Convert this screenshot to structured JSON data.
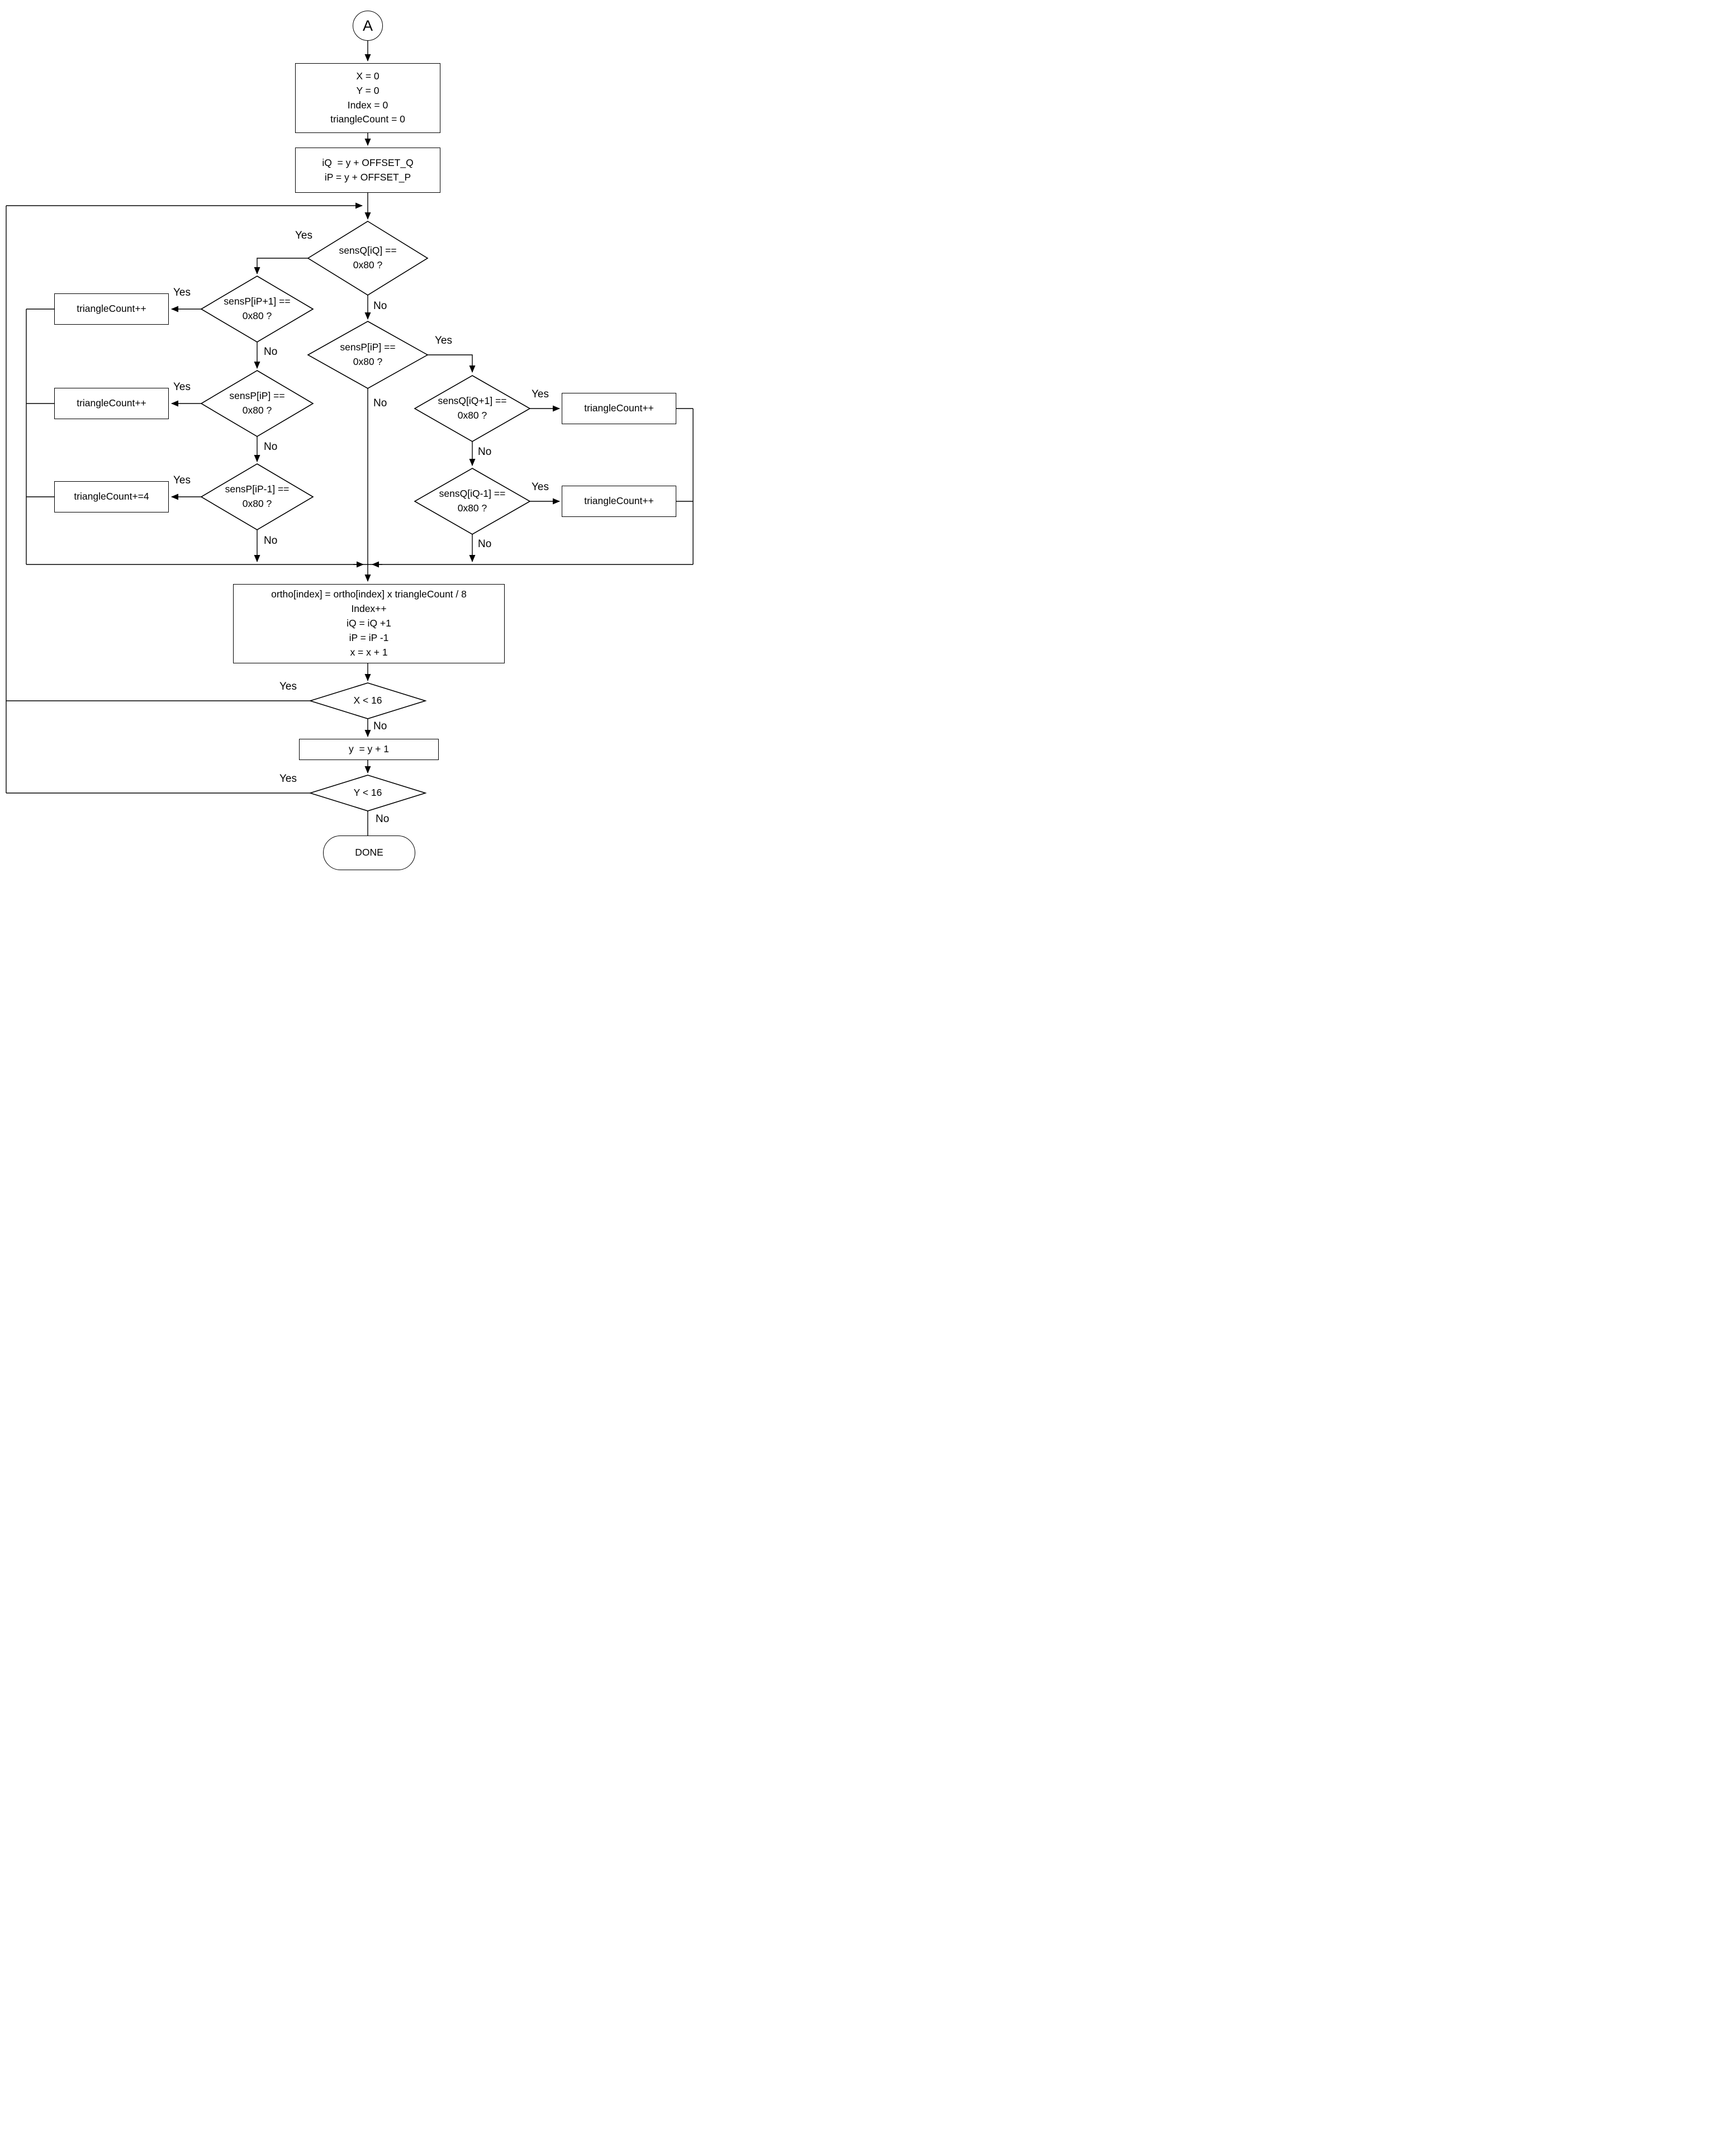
{
  "flowchart": {
    "colors": {
      "stroke": "#000000",
      "background": "#ffffff"
    },
    "nodes": {
      "connector_a": {
        "label": "A"
      },
      "init_box": {
        "lines": [
          "X = 0",
          "Y = 0",
          "Index = 0",
          "triangleCount = 0"
        ]
      },
      "offset_box": {
        "lines": [
          "iQ  = y + OFFSET_Q",
          "iP = y + OFFSET_P"
        ]
      },
      "d_sensq_iq": {
        "lines": [
          "sensQ[iQ] ==",
          "0x80 ?"
        ]
      },
      "d_sensp_ip_plus1": {
        "lines": [
          "sensP[iP+1] ==",
          "0x80 ?"
        ]
      },
      "d_sensp_ip_left": {
        "lines": [
          "sensP[iP] ==",
          "0x80 ?"
        ]
      },
      "d_sensp_ip_minus1": {
        "lines": [
          "sensP[iP-1] ==",
          "0x80 ?"
        ]
      },
      "d_sensp_ip_mid": {
        "lines": [
          "sensP[iP] ==",
          "0x80 ?"
        ]
      },
      "d_sensq_iq_plus1": {
        "lines": [
          "sensQ[iQ+1] ==",
          "0x80 ?"
        ]
      },
      "d_sensq_iq_minus1": {
        "lines": [
          "sensQ[iQ-1] ==",
          "0x80 ?"
        ]
      },
      "box_tc_left1": {
        "label": "triangleCount++"
      },
      "box_tc_left2": {
        "label": "triangleCount++"
      },
      "box_tc_left3": {
        "label": "triangleCount+=4"
      },
      "box_tc_right1": {
        "label": "triangleCount++"
      },
      "box_tc_right2": {
        "label": "triangleCount++"
      },
      "ortho_box": {
        "lines": [
          "ortho[index] = ortho[index] x triangleCount / 8",
          "Index++",
          "iQ = iQ +1",
          "iP = iP -1",
          "x = x + 1"
        ]
      },
      "d_x_lt_16": {
        "label": "X < 16"
      },
      "y_inc_box": {
        "label": "y  = y + 1"
      },
      "d_y_lt_16": {
        "label": "Y < 16"
      },
      "done": {
        "label": "DONE"
      }
    },
    "labels": {
      "d1_yes": "Yes",
      "d1_no": "No",
      "l1_yes": "Yes",
      "l1_no": "No",
      "l2_yes": "Yes",
      "l2_no": "No",
      "l3_yes": "Yes",
      "l3_no": "No",
      "mid_yes": "Yes",
      "mid_no": "No",
      "r1_yes": "Yes",
      "r1_no": "No",
      "r2_yes": "Yes",
      "r2_no": "No",
      "x_yes": "Yes",
      "x_no": "No",
      "y_yes": "Yes",
      "y_no": "No"
    }
  }
}
